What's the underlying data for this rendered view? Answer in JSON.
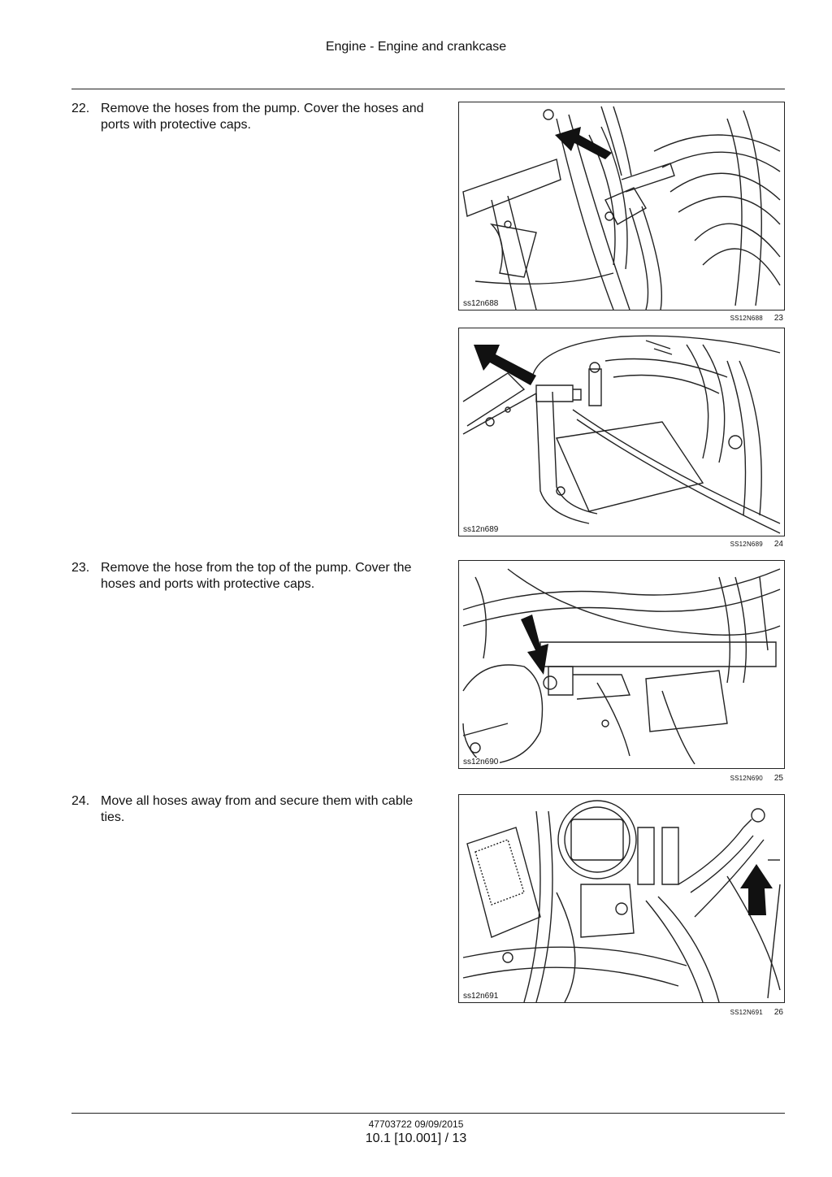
{
  "header": {
    "title": "Engine - Engine and crankcase"
  },
  "steps": [
    {
      "number": "22.",
      "text": "Remove the hoses from the pump. Cover the hoses and ports with protective caps."
    },
    {
      "number": "23.",
      "text": "Remove the hose from the top of the pump. Cover the hoses and ports with protective caps."
    },
    {
      "number": "24.",
      "text": "Move all hoses away from and secure them with cable ties."
    }
  ],
  "figures": [
    {
      "image_id": "ss12n688",
      "code": "SS12N688",
      "number": "23"
    },
    {
      "image_id": "ss12n689",
      "code": "SS12N689",
      "number": "24"
    },
    {
      "image_id": "ss12n690",
      "code": "SS12N690",
      "number": "25"
    },
    {
      "image_id": "ss12n691",
      "code": "SS12N691",
      "number": "26"
    }
  ],
  "footer": {
    "doc_code": "47703722 09/09/2015",
    "page": "10.1 [10.001] / 13"
  }
}
